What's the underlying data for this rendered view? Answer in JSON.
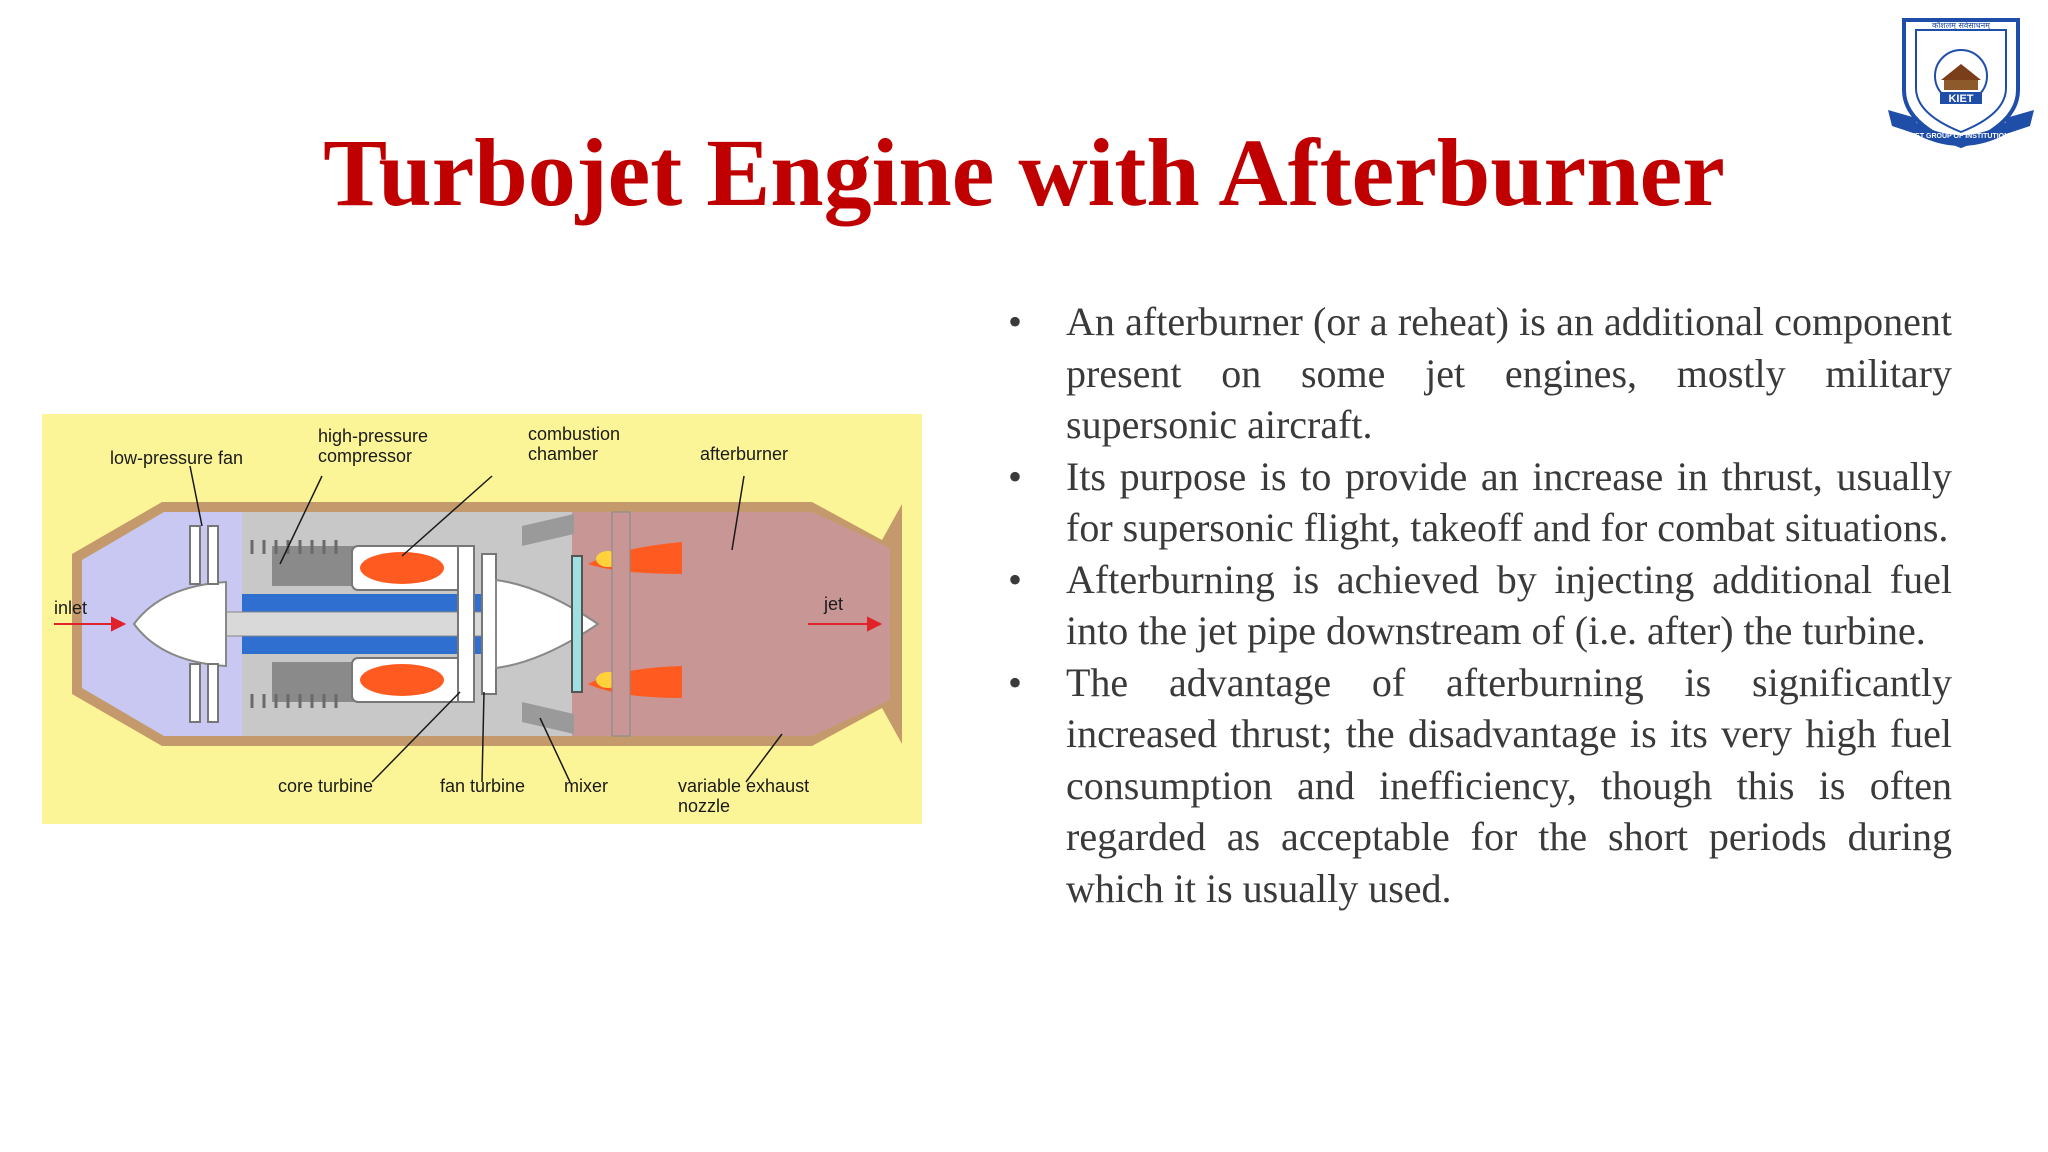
{
  "slide": {
    "title": "Turbojet Engine with Afterburner"
  },
  "logo": {
    "name": "KIET",
    "ring_text": "KIET GROUP OF INSTITUTIONS",
    "motto": "कौशलम् सर्वसाधनम्",
    "colors": {
      "shield": "#1f4ea8",
      "ribbon": "#1f4ea8",
      "accent": "#c00000"
    }
  },
  "diagram": {
    "labels": {
      "low_pressure_fan": "low-pressure fan",
      "hp_compressor_1": "high-pressure",
      "hp_compressor_2": "compressor",
      "combustion_1": "combustion",
      "combustion_2": "chamber",
      "afterburner": "afterburner",
      "inlet": "inlet",
      "jet": "jet",
      "core_turbine": "core turbine",
      "fan_turbine": "fan turbine",
      "mixer": "mixer",
      "nozzle_1": "variable exhaust",
      "nozzle_2": "nozzle"
    },
    "colors": {
      "background": "#fcf597",
      "casing": "#c49a6c",
      "inlet_air": "#c8c8f2",
      "core": "#c8c8c8",
      "shaft": "#2f6fcf",
      "exhaust": "#c99696",
      "flame": "#ff5a1f",
      "flame_core": "#ffd23c"
    }
  },
  "bullets": [
    {
      "symbol": "•",
      "text": "An afterburner (or a reheat) is an additional component present on some jet engines, mostly military supersonic aircraft."
    },
    {
      "symbol": "•",
      "text": "Its purpose is to provide an increase in thrust, usually for supersonic flight, takeoff and for combat situations."
    },
    {
      "symbol": "•",
      "text": "Afterburning is achieved by injecting additional fuel into the jet pipe downstream of (i.e. after) the turbine."
    },
    {
      "symbol": "•",
      "text": "The advantage of afterburning is significantly increased thrust; the disadvantage is its very high fuel consumption and inefficiency, though this is often regarded as acceptable for the short periods during which it is usually used."
    }
  ]
}
